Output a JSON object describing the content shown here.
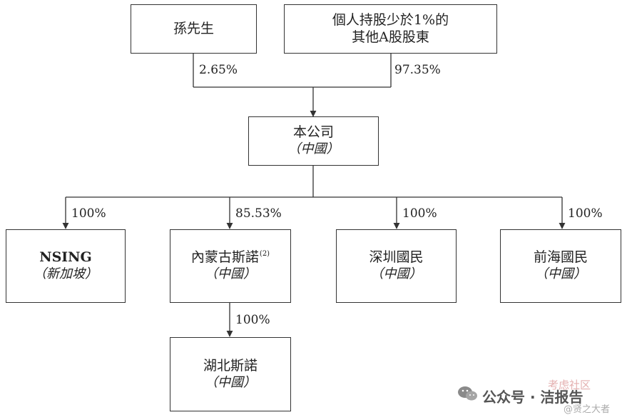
{
  "shareholders": {
    "sun": {
      "name": "孫先生",
      "percent": "2.65%"
    },
    "public": {
      "name_line1": "個人持股少於1%的",
      "name_line2": "其他A股股東",
      "percent": "97.35%"
    }
  },
  "company": {
    "name": "本公司",
    "location": "（中國）"
  },
  "subsidiaries": [
    {
      "name": "NSING",
      "location": "（新加坡）",
      "percent": "100%"
    },
    {
      "name": "內蒙古斯諾",
      "note": "(2)",
      "location": "（中國）",
      "percent": "85.53%"
    },
    {
      "name": "深圳國民",
      "location": "（中國）",
      "percent": "100%"
    },
    {
      "name": "前海國民",
      "location": "（中國）",
      "percent": "100%"
    }
  ],
  "grandchild": {
    "name": "湖北斯諾",
    "location": "（中國）",
    "percent": "100%"
  },
  "watermark": {
    "account": "公众号 · 洁报告",
    "community": "考虑社区",
    "author": "@贤之大者"
  }
}
